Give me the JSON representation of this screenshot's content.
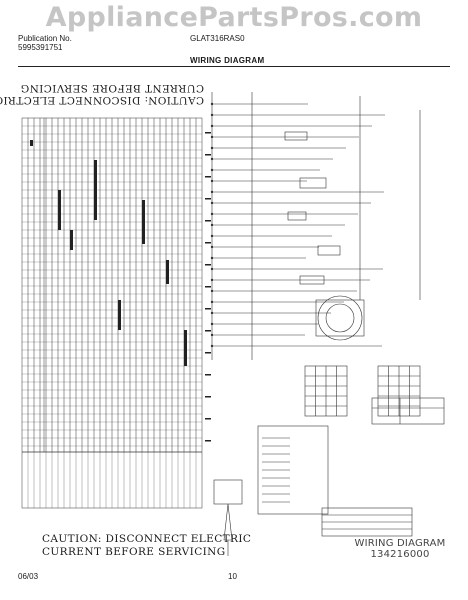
{
  "watermark": "AppliancePartsPros.com",
  "header": {
    "publication_label": "Publication No.",
    "publication_number": "5995391751",
    "model": "GLAT316RAS0",
    "title": "WIRING DIAGRAM"
  },
  "caution": {
    "line1": "CAUTION: DISCONNECT ELECTRIC",
    "line2": "CURRENT BEFORE SERVICING"
  },
  "diagram_label": {
    "line1": "WIRING DIAGRAM",
    "line2": "134216000"
  },
  "footer": {
    "date": "06/03",
    "page": "10"
  },
  "colors": {
    "ink": "#1a1a1a",
    "watermark": "#969696"
  }
}
